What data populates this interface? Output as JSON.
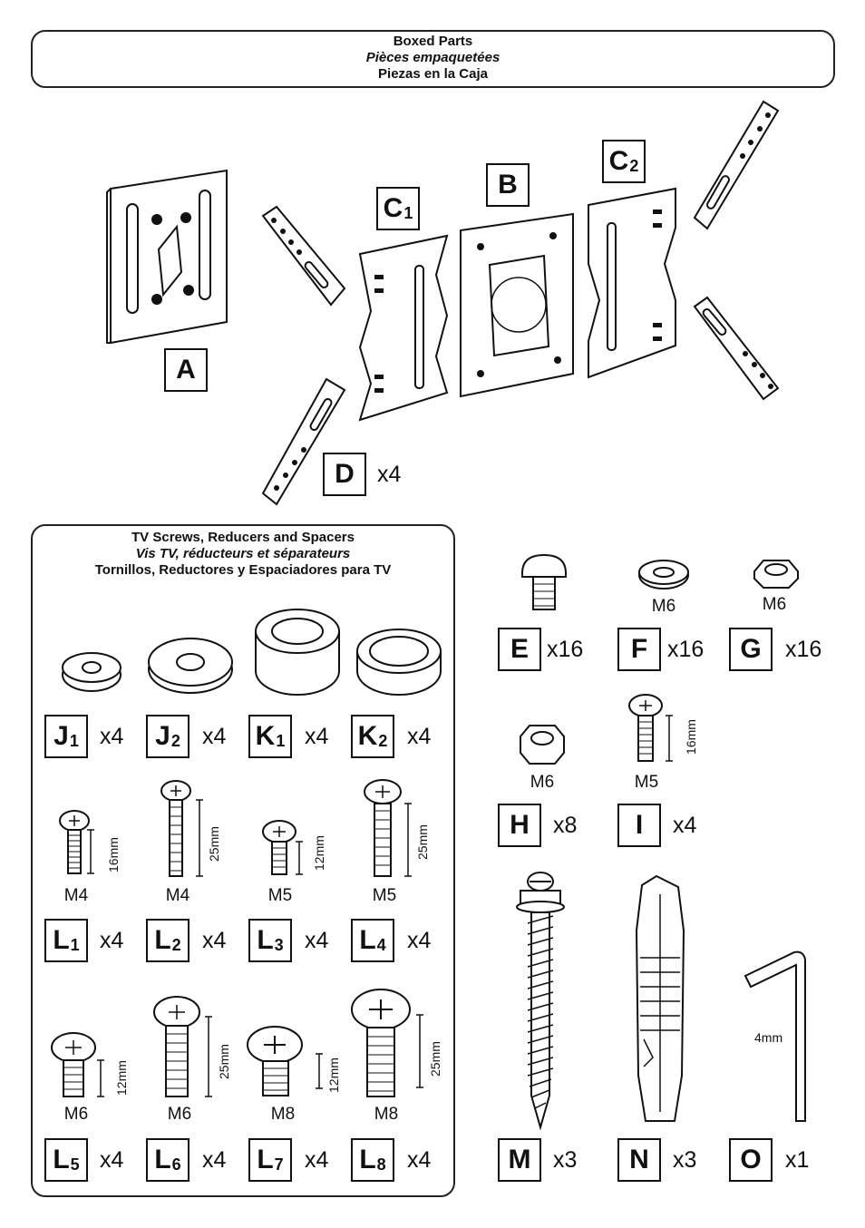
{
  "boxed_header": {
    "line1": "Boxed Parts",
    "line2": "Pièces empaquetées",
    "line3": "Piezas en la Caja"
  },
  "tv_header": {
    "line1": "TV Screws, Reducers and Spacers",
    "line2": "Vis TV, réducteurs et séparateurs",
    "line3": "Tornillos, Reductores y Espaciadores para TV"
  },
  "parts": {
    "A": {
      "letter": "A",
      "sub": ""
    },
    "B": {
      "letter": "B",
      "sub": ""
    },
    "C1": {
      "letter": "C",
      "sub": "1"
    },
    "C2": {
      "letter": "C",
      "sub": "2"
    },
    "D": {
      "letter": "D",
      "sub": "",
      "qty": "x4"
    },
    "E": {
      "letter": "E",
      "qty": "x16"
    },
    "F": {
      "letter": "F",
      "qty": "x16",
      "size": "M6"
    },
    "G": {
      "letter": "G",
      "qty": "x16",
      "size": "M6"
    },
    "H": {
      "letter": "H",
      "qty": "x8",
      "size": "M6"
    },
    "I": {
      "letter": "I",
      "qty": "x4",
      "size": "M5",
      "length": "16mm"
    },
    "M": {
      "letter": "M",
      "qty": "x3"
    },
    "N": {
      "letter": "N",
      "qty": "x3"
    },
    "O": {
      "letter": "O",
      "qty": "x1",
      "length": "4mm"
    },
    "J1": {
      "letter": "J",
      "sub": "1",
      "qty": "x4"
    },
    "J2": {
      "letter": "J",
      "sub": "2",
      "qty": "x4"
    },
    "K1": {
      "letter": "K",
      "sub": "1",
      "qty": "x4"
    },
    "K2": {
      "letter": "K",
      "sub": "2",
      "qty": "x4"
    },
    "L1": {
      "letter": "L",
      "sub": "1",
      "qty": "x4",
      "size": "M4",
      "length": "16mm"
    },
    "L2": {
      "letter": "L",
      "sub": "2",
      "qty": "x4",
      "size": "M4",
      "length": "25mm"
    },
    "L3": {
      "letter": "L",
      "sub": "3",
      "qty": "x4",
      "size": "M5",
      "length": "12mm"
    },
    "L4": {
      "letter": "L",
      "sub": "4",
      "qty": "x4",
      "size": "M5",
      "length": "25mm"
    },
    "L5": {
      "letter": "L",
      "sub": "5",
      "qty": "x4",
      "size": "M6",
      "length": "12mm"
    },
    "L6": {
      "letter": "L",
      "sub": "6",
      "qty": "x4",
      "size": "M6",
      "length": "25mm"
    },
    "L7": {
      "letter": "L",
      "sub": "7",
      "qty": "x4",
      "size": "M8",
      "length": "12mm"
    },
    "L8": {
      "letter": "L",
      "sub": "8",
      "qty": "x4",
      "size": "M8",
      "length": "25mm"
    }
  }
}
